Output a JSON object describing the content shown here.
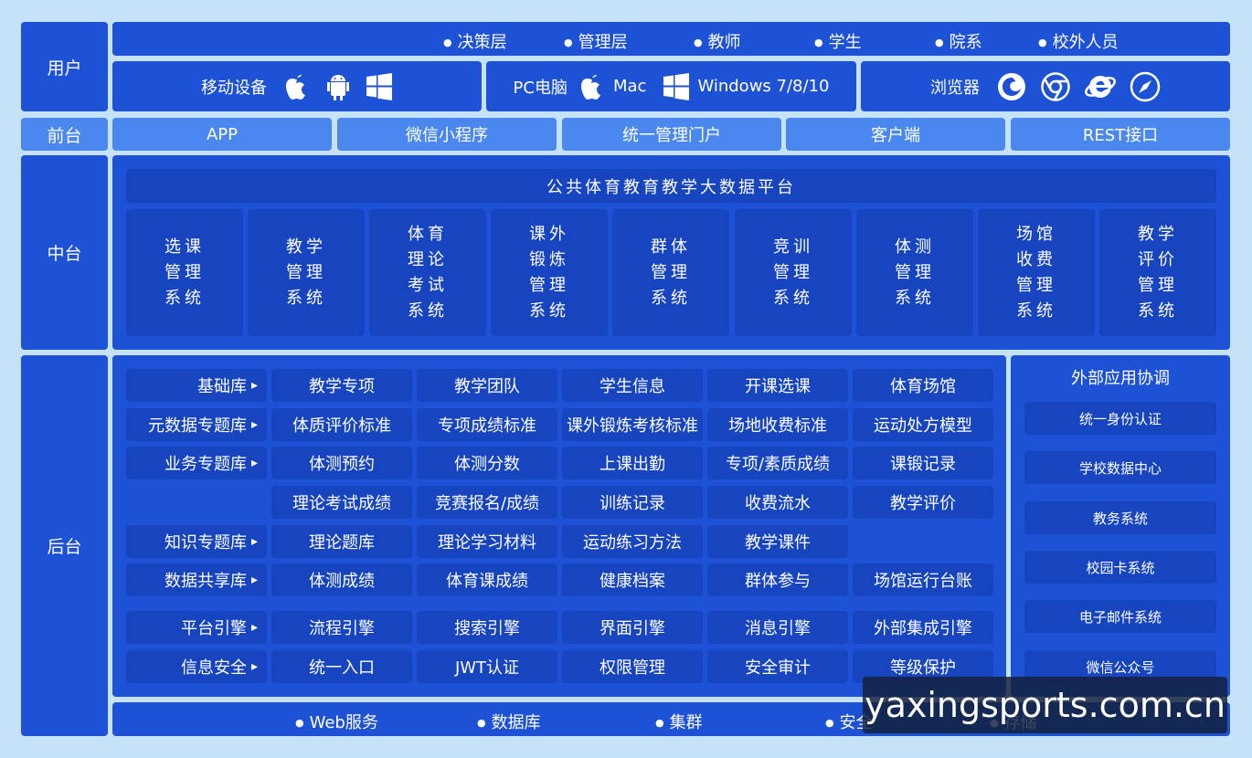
{
  "layers": {
    "user": "用户",
    "front": "前台",
    "middle": "中台",
    "back": "后台"
  },
  "roles": [
    "决策层",
    "管理层",
    "教师",
    "学生",
    "院系",
    "校外人员"
  ],
  "devices": {
    "mobile": {
      "label": "移动设备",
      "icons": [
        "apple-icon",
        "android-icon",
        "windows-icon"
      ]
    },
    "pc": {
      "label": "PC电脑",
      "mac": "Mac",
      "windows": "Windows 7/8/10",
      "icons": [
        "apple-icon",
        "windows-icon"
      ]
    },
    "browser": {
      "label": "浏览器",
      "icons": [
        "firefox-icon",
        "chrome-icon",
        "ie-icon",
        "safari-icon"
      ]
    }
  },
  "front": [
    "APP",
    "微信小程序",
    "统一管理门户",
    "客户端",
    "REST接口"
  ],
  "middle": {
    "title": "公共体育教育教学大数据平台",
    "systems": [
      "选课\n管理\n系统",
      "教学\n管理\n系统",
      "体育\n理论\n考试\n系统",
      "课外\n锻炼\n管理\n系统",
      "群体\n管理\n系统",
      "竞训\n管理\n系统",
      "体测\n管理\n系统",
      "场馆\n收费\n管理\n系统",
      "教学\n评价\n管理\n系统"
    ]
  },
  "back": {
    "rows": [
      {
        "cat": "基础库",
        "items": [
          "教学专项",
          "教学团队",
          "学生信息",
          "开课选课",
          "体育场馆"
        ]
      },
      {
        "cat": "元数据专题库",
        "items": [
          "体质评价标准",
          "专项成绩标准",
          "课外锻炼考核标准",
          "场地收费标准",
          "运动处方模型"
        ]
      },
      {
        "cat": "业务专题库",
        "items": [
          "体测预约",
          "体测分数",
          "上课出勤",
          "专项/素质成绩",
          "课锻记录"
        ]
      },
      {
        "cat": "",
        "items": [
          "理论考试成绩",
          "竞赛报名/成绩",
          "训练记录",
          "收费流水",
          "教学评价"
        ]
      },
      {
        "cat": "知识专题库",
        "items": [
          "理论题库",
          "理论学习材料",
          "运动练习方法",
          "教学课件"
        ]
      },
      {
        "cat": "数据共享库",
        "items": [
          "体测成绩",
          "体育课成绩",
          "健康档案",
          "群体参与",
          "场馆运行台账"
        ]
      },
      {
        "cat": "平台引擎",
        "items": [
          "流程引擎",
          "搜索引擎",
          "界面引擎",
          "消息引擎",
          "外部集成引擎"
        ]
      },
      {
        "cat": "信息安全",
        "items": [
          "统一入口",
          "JWT认证",
          "权限管理",
          "安全审计",
          "等级保护"
        ]
      }
    ],
    "external": {
      "title": "外部应用协调",
      "items": [
        "统一身份认证",
        "学校数据中心",
        "教务系统",
        "校园卡系统",
        "电子邮件系统",
        "微信公众号"
      ]
    }
  },
  "base": [
    "Web服务",
    "数据库",
    "集群",
    "安全",
    "存储"
  ],
  "watermark": "yaxingsports.com.cn",
  "colors": {
    "background": "#c6e2f8",
    "primary": "#1d52d6",
    "light": "#4a88ef",
    "cell": "#1745c0"
  }
}
